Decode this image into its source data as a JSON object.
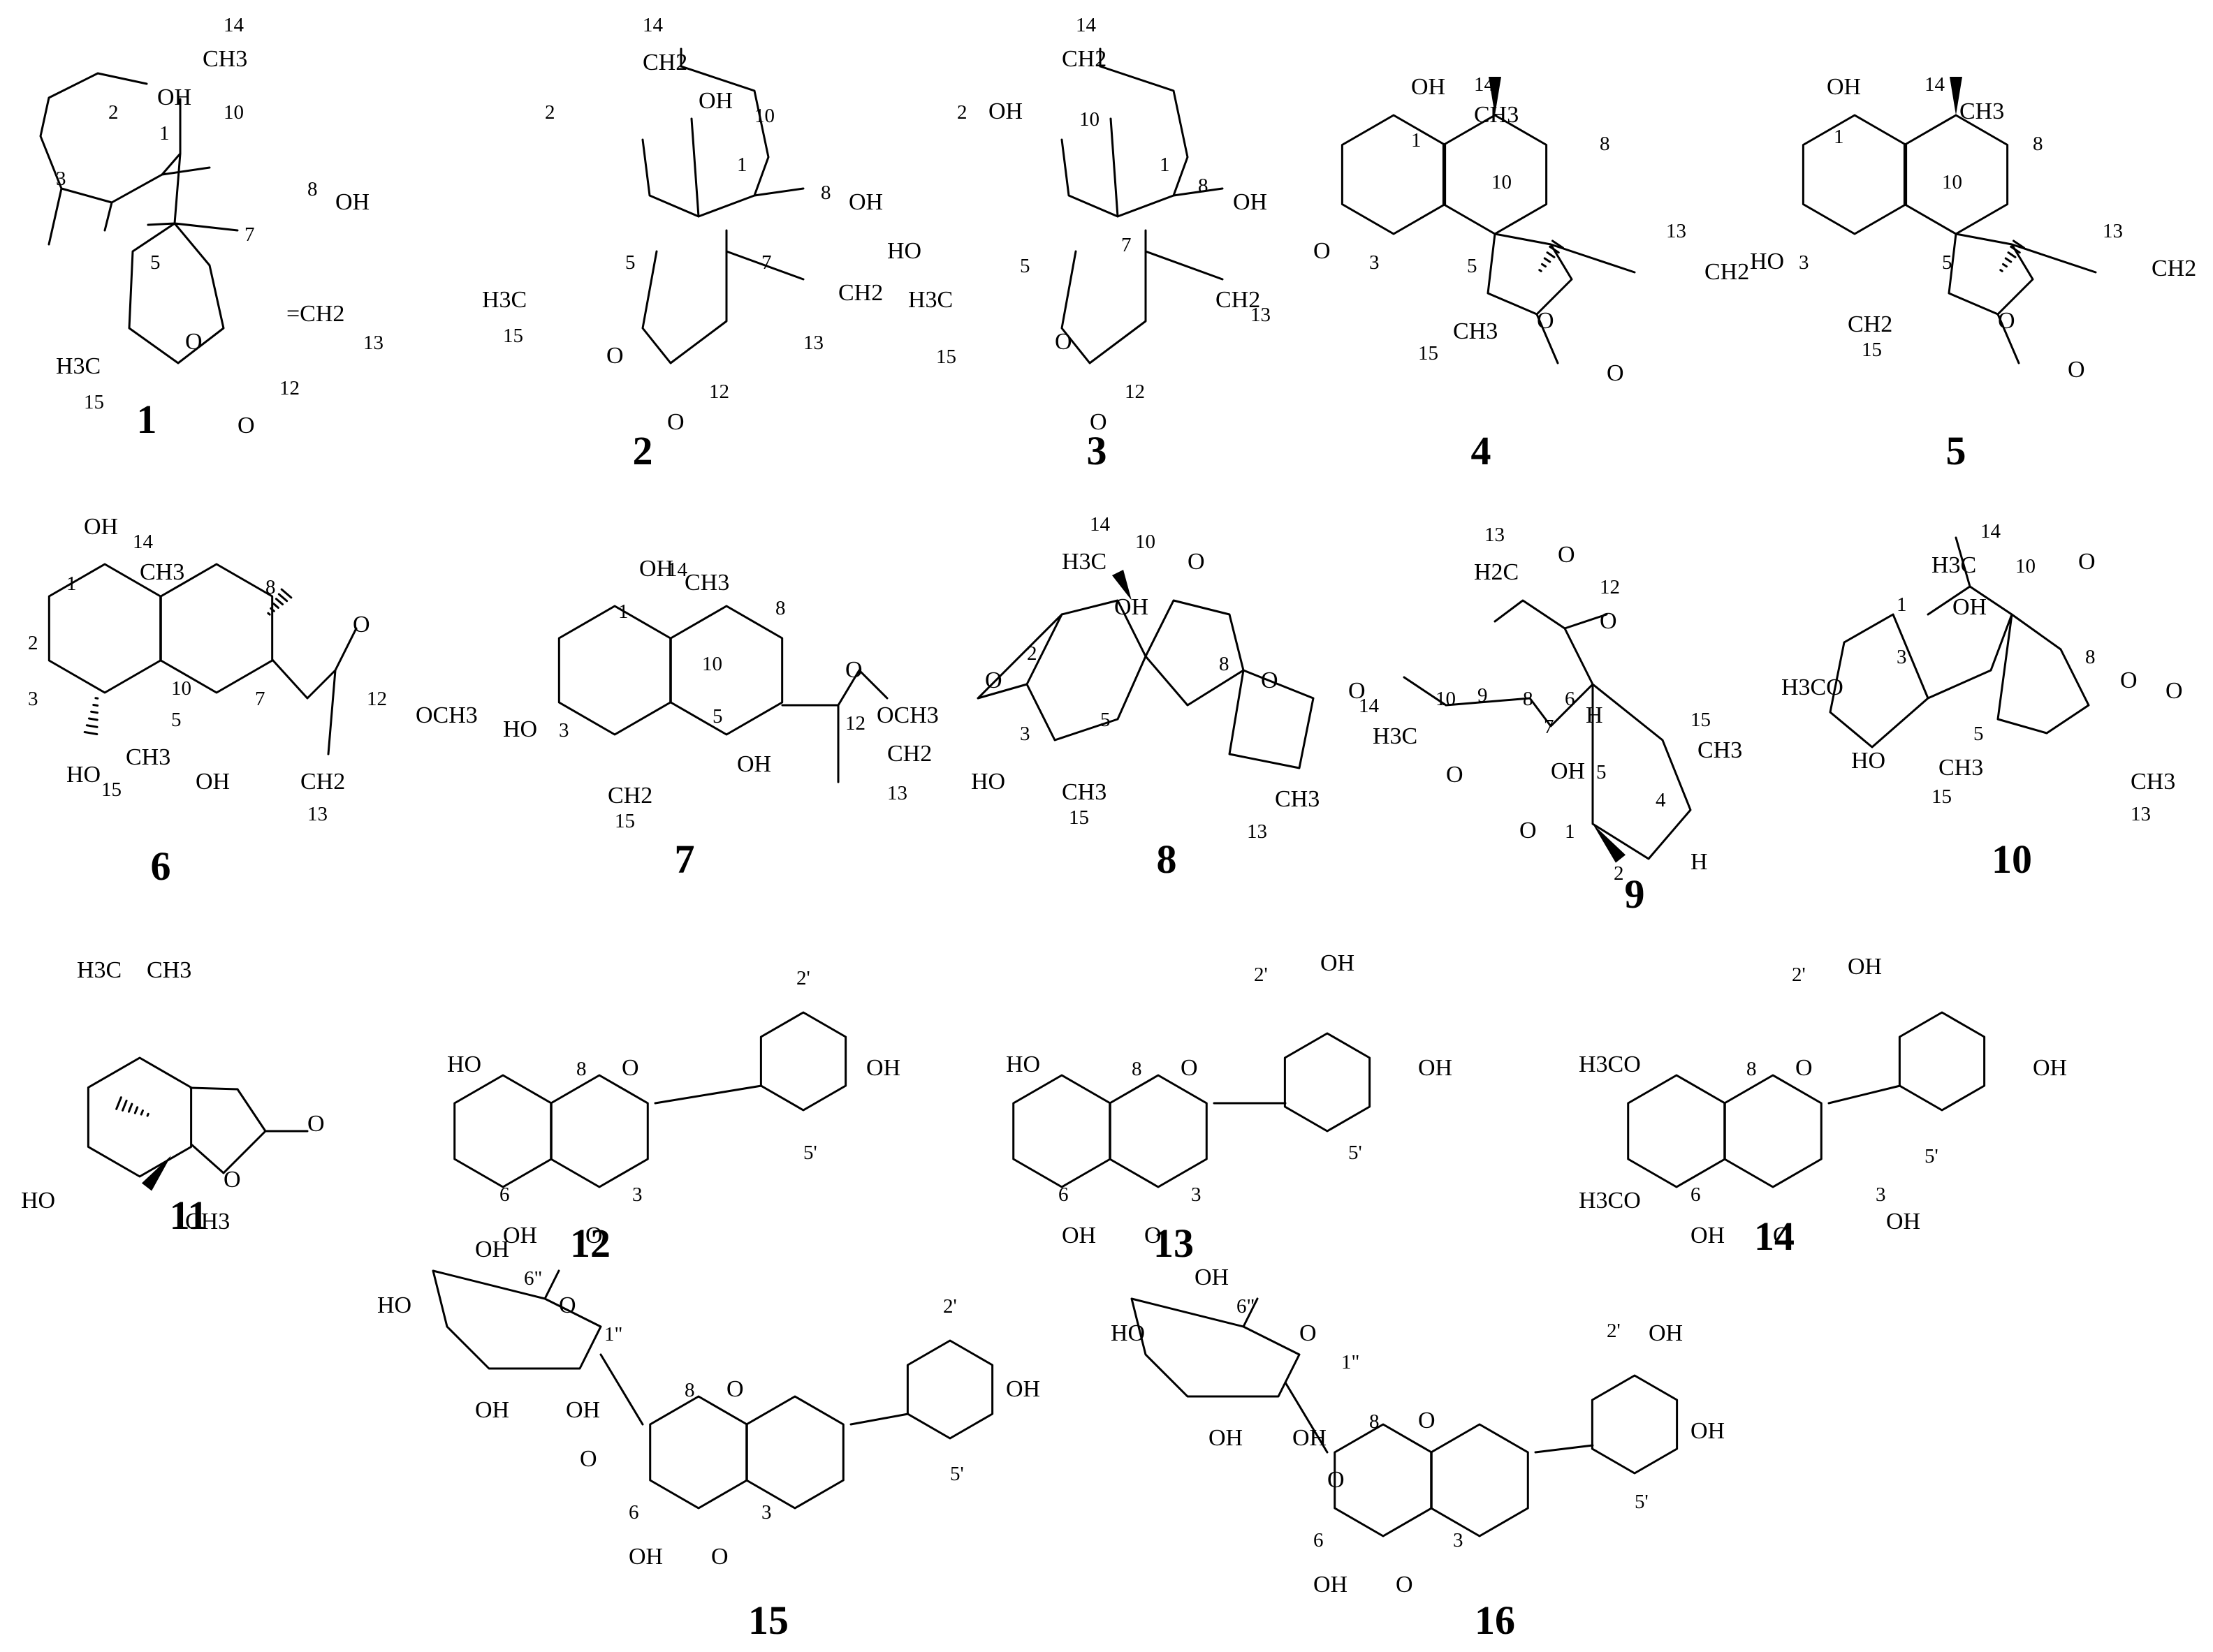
{
  "figure": {
    "background": "#ffffff",
    "ink": "#000000",
    "compounds": [
      {
        "id": "1",
        "labels": [
          "14",
          "CH3",
          "2",
          "OH",
          "10",
          "3",
          "1",
          "8",
          "OH",
          "5",
          "7",
          "H3C",
          "15",
          "O",
          "12",
          "=CH2",
          "13",
          "O"
        ]
      },
      {
        "id": "2",
        "labels": [
          "14",
          "CH2",
          "2",
          "OH",
          "10",
          "1",
          "8",
          "OH",
          "5",
          "7",
          "H3C",
          "15",
          "O",
          "12",
          "CH2",
          "13",
          "O"
        ]
      },
      {
        "id": "3",
        "labels": [
          "14",
          "CH2",
          "2",
          "OH",
          "10",
          "1",
          "8",
          "OH",
          "HO",
          "5",
          "7",
          "H3C",
          "15",
          "O",
          "12",
          "CH2",
          "13",
          "O"
        ]
      },
      {
        "id": "4",
        "labels": [
          "OH",
          "14",
          "1",
          "CH3",
          "10",
          "8",
          "O",
          "3",
          "5",
          "13",
          "CH2",
          "CH3",
          "15",
          "O",
          "O"
        ]
      },
      {
        "id": "5",
        "labels": [
          "OH",
          "14",
          "1",
          "CH3",
          "10",
          "8",
          "HO",
          "3",
          "5",
          "13",
          "CH2",
          "CH2",
          "15",
          "O",
          "O"
        ]
      },
      {
        "id": "6",
        "labels": [
          "OH",
          "14",
          "1",
          "CH3",
          "2",
          "8",
          "O",
          "10",
          "12",
          "3",
          "5",
          "7",
          "OCH3",
          "HO",
          "CH3",
          "15",
          "OH",
          "CH2",
          "13"
        ]
      },
      {
        "id": "7",
        "labels": [
          "OH",
          "14",
          "1",
          "CH3",
          "10",
          "8",
          "O",
          "HO",
          "3",
          "5",
          "12",
          "OCH3",
          "OH",
          "CH2",
          "CH2",
          "15",
          "13"
        ]
      },
      {
        "id": "8",
        "labels": [
          "14",
          "10",
          "H3C",
          "O",
          "OH",
          "O",
          "2",
          "8",
          "O",
          "O",
          "3",
          "5",
          "HO",
          "CH3",
          "15",
          "CH3",
          "13"
        ]
      },
      {
        "id": "9",
        "labels": [
          "13",
          "O",
          "H2C",
          "12",
          "O",
          "6",
          "H",
          "14",
          "10",
          "9",
          "8",
          "7",
          "H3C",
          "5",
          "15",
          "O",
          "OH",
          "CH3",
          "O",
          "1",
          "4",
          "2",
          "H"
        ]
      },
      {
        "id": "10",
        "labels": [
          "14",
          "H3C",
          "10",
          "O",
          "1",
          "OH",
          "8",
          "O",
          "3",
          "H3CO",
          "O",
          "5",
          "HO",
          "CH3",
          "15",
          "CH3",
          "13"
        ]
      },
      {
        "id": "11",
        "labels": [
          "H3C",
          "CH3",
          "O",
          "HO",
          "O",
          "CH3"
        ]
      },
      {
        "id": "12",
        "labels": [
          "2'",
          "HO",
          "8",
          "O",
          "OH",
          "5'",
          "6",
          "3",
          "OH",
          "O"
        ]
      },
      {
        "id": "13",
        "labels": [
          "OH",
          "2'",
          "HO",
          "8",
          "O",
          "OH",
          "5'",
          "6",
          "3",
          "OH",
          "O"
        ]
      },
      {
        "id": "14",
        "labels": [
          "OH",
          "2'",
          "H3CO",
          "8",
          "O",
          "OH",
          "5'",
          "3",
          "H3CO",
          "6",
          "OH",
          "OH",
          "O"
        ]
      },
      {
        "id": "15",
        "labels": [
          "OH",
          "6\"",
          "HO",
          "O",
          "1\"",
          "OH",
          "OH",
          "O",
          "2'",
          "8",
          "O",
          "OH",
          "5'",
          "6",
          "3",
          "OH",
          "O"
        ]
      },
      {
        "id": "16",
        "labels": [
          "OH",
          "6\"",
          "HO",
          "O",
          "1\"",
          "OH",
          "OH",
          "O",
          "2'",
          "OH",
          "8",
          "O",
          "OH",
          "5'",
          "6",
          "3",
          "OH",
          "O"
        ]
      }
    ]
  }
}
